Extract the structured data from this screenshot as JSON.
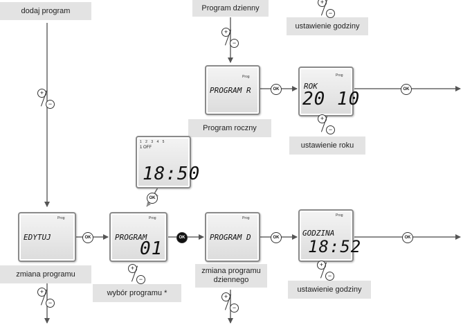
{
  "labels": {
    "add_program": "dodaj program",
    "daily_program_top": "Program dzienny",
    "set_time_top": "ustawienie godziny",
    "yearly_program": "Program roczny",
    "set_year": "ustawienie roku",
    "change_program": "zmiana programu",
    "program_choice": "wybór programu *",
    "change_daily_program": "zmiana programu dziennego",
    "set_time_bottom": "ustawienie godziny"
  },
  "buttons": {
    "plus": "+",
    "minus": "−",
    "ok": "OK"
  },
  "displays": {
    "prog_indicator": "Prog",
    "edit": {
      "text": "EDYTUJ"
    },
    "program_select": {
      "text": "PROGRAM",
      "value": "01"
    },
    "program_d": {
      "text": "PROGRAM D"
    },
    "program_r": {
      "text": "PROGRAM R"
    },
    "year": {
      "label": "ROK",
      "value": "20 10"
    },
    "time_off": {
      "days": "1 2 3 4 5",
      "off_label": "1 OFF",
      "time": "18:50"
    },
    "hour": {
      "label": "GODZINA",
      "time": "18:52"
    }
  }
}
